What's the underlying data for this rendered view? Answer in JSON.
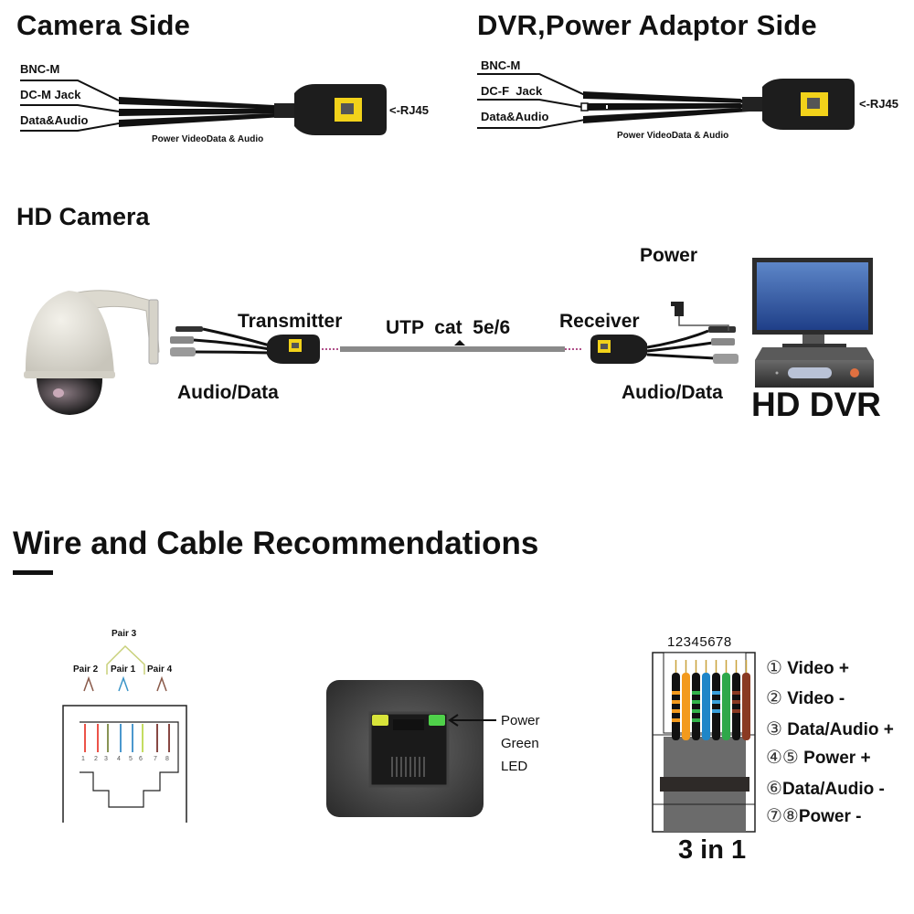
{
  "top": {
    "camera_side": {
      "title": "Camera Side",
      "labels": [
        "BNC-M",
        "DC-M Jack",
        "Data&Audio"
      ],
      "rj45": "RJ45",
      "caption": "Power VideoData & Audio"
    },
    "dvr_side": {
      "title": "DVR,Power Adaptor Side",
      "labels": [
        "BNC-M",
        "DC-F  Jack",
        "Data&Audio"
      ],
      "rj45": "RJ45",
      "caption": "Power VideoData & Audio"
    }
  },
  "connection": {
    "title": "HD Camera",
    "transmitter": "Transmitter",
    "receiver": "Receiver",
    "cable": "UTP  cat  5e/6",
    "cable_parts": [
      "UTP",
      "cat",
      "5e/6"
    ],
    "audio_left": "Audio/Data",
    "audio_right": "Audio/Data",
    "power": "Power",
    "dvr": "HD DVR"
  },
  "wire": {
    "title": "Wire and Cable Recommendations",
    "pairs": {
      "pair3": "Pair 3",
      "pair2": "Pair 2",
      "pair1": "Pair 1",
      "pair4": "Pair 4"
    },
    "jack_pins": [
      "1",
      "2",
      "3",
      "4",
      "5",
      "6",
      "7",
      "8"
    ],
    "pin_colors": [
      "#e8281c",
      "#e8281c",
      "#6b7a2a",
      "#1e7fc1",
      "#1e7fc1",
      "#b6d339",
      "#6a1a14",
      "#6a1a14"
    ],
    "led": {
      "label_line1": "Power",
      "label_line2": "Green",
      "label_line3": "LED",
      "left_led_color": "#d8e43a",
      "right_led_color": "#4fd14a"
    },
    "plug": {
      "pin_numbers": "12345678",
      "caption": "3 in 1",
      "assignments": [
        {
          "num": "①",
          "label": "Video +"
        },
        {
          "num": "②",
          "label": "Video -"
        },
        {
          "num": "③",
          "label": "Data/Audio +"
        },
        {
          "num": "④⑤",
          "label": "Power +"
        },
        {
          "num": "⑥",
          "label": "Data/Audio -"
        },
        {
          "num": "⑦⑧",
          "label": "Power -"
        }
      ]
    }
  }
}
